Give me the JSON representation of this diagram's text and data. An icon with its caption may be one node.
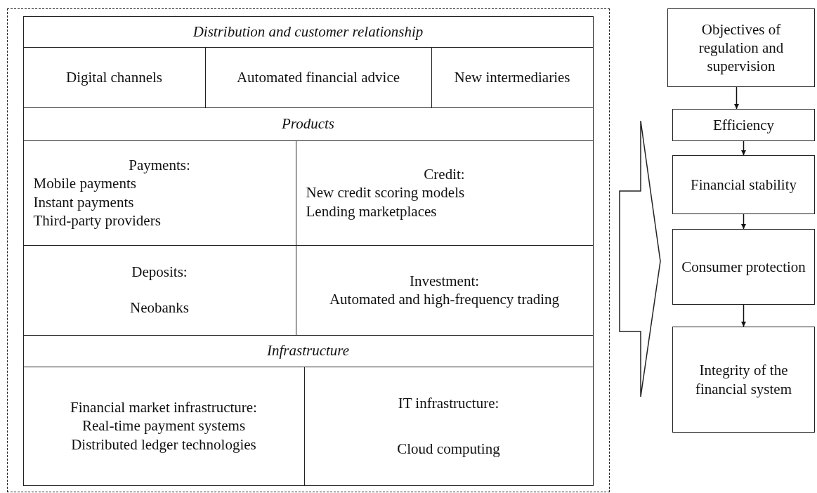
{
  "diagram": {
    "nodes": [
      {
        "text": [],
        "shape": "box"
      },
      {
        "text": [
          "Distribution and customer relationship"
        ],
        "in": 0
      },
      {
        "text": [
          "Digital channels"
        ],
        "in": 0
      },
      {
        "text": [
          "Automated financial advice"
        ],
        "in": 0
      },
      {
        "text": [
          "New intermediaries"
        ],
        "in": 0
      },
      {
        "text": [
          "Products"
        ],
        "in": 0
      },
      {
        "text": [
          "Payments:",
          "Mobile payments",
          "Instant payments",
          "Third-party providers"
        ],
        "in": 0
      },
      {
        "text": [
          "Credit:",
          "New credit scoring models",
          "Lending marketplaces"
        ],
        "in": 0
      },
      {
        "text": [
          "Deposits:",
          "Neobanks"
        ],
        "in": 0
      },
      {
        "text": [
          "Investment:",
          "Automated and high-frequency trading"
        ],
        "in": 0
      },
      {
        "text": [
          "Infrastructure"
        ],
        "in": 0
      },
      {
        "text": [
          "Financial market infrastructure:",
          "Real-time payment systems",
          "Distributed ledger technologies"
        ],
        "in": 0
      },
      {
        "text": [
          "IT infrastructure:",
          "Cloud computing"
        ],
        "in": 0
      },
      {
        "text": [
          "Objectives of regulation and supervision"
        ]
      },
      {
        "text": [
          "Efficiency"
        ]
      },
      {
        "text": [
          "Financial stability"
        ]
      },
      {
        "text": [
          "Consumer protection"
        ]
      },
      {
        "text": [
          "Integrity of the financial system"
        ]
      }
    ],
    "edges": [
      {
        "from": 13,
        "to": 14,
        "arrow": "to"
      },
      {
        "from": 14,
        "to": 15,
        "arrow": "to"
      },
      {
        "from": 15,
        "to": 16,
        "arrow": "to"
      },
      {
        "from": 16,
        "to": 17,
        "arrow": "to"
      },
      {
        "from": 0,
        "to": 16,
        "arrow": "to",
        "style": "thick"
      }
    ]
  }
}
